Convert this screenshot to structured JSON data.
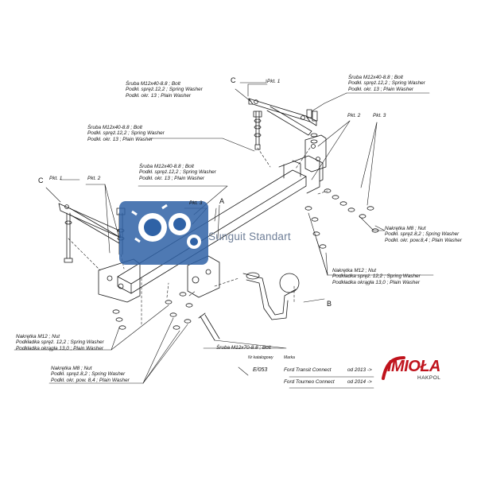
{
  "callouts": {
    "bolt_top_center": [
      "Śruba M12x40-8.8 ;  Bolt",
      "Podkł. spręż.12,2 ; Spring Washer",
      "Podkł. okr. 13 ; Plain Washer"
    ],
    "bolt_top_right": [
      "Śruba M12x40-8.8 ;  Bolt",
      "Podkł. spręż.12,2 ; Spring Washer",
      "Podkł. okr. 13 ; Plain Washer"
    ],
    "bolt_left": [
      "Śruba M12x40-8.8 ;  Bolt",
      "Podkł. spręż.12,2 ; Spring Washer",
      "Podkł. okr. 13 ; Plain Washer"
    ],
    "bolt_mid": [
      "Śruba M12x40-8.8 ;  Bolt",
      "Podkł. spręż.12,2 ; Spring Washer",
      "Podkł. okr. 13 ; Plain Washer"
    ],
    "nut_m8_right": [
      "Nakrętka  M8 ; Nut",
      "Podkł. spręż.8,2 ; Spring Washer",
      "Podkł. okr. pow.8,4 ; Plain Washer"
    ],
    "nut_m12_right": [
      "Nakrętka  M12 ; Nut",
      "Podkładka spręż. 12,2 ; Spring Washer",
      "Podkładka okrągła 13,0 ;  Plain Washer"
    ],
    "nut_m12_left": [
      "Nakrętka  M12 ; Nut",
      "Podkładka spręż. 12,2 ; Spring Washer",
      "Podkładka okrągła 13,0 ;  Plain Washer"
    ],
    "nut_m8_left": [
      "Nakrętka  M8 ; Nut",
      "Podkł. spręż.8,2 ; Spring Washer",
      "Podkł. okr. pow. 8,4 ; Plain Washer"
    ],
    "bolt_m12x70": "Śruba M12x70-8.8 ;  Bolt"
  },
  "pkt": {
    "p1_top": "Pkt. 1",
    "p1_left": "Pkt. 1",
    "p2_left": "Pkt. 2",
    "p3_left": "Pkt. 3",
    "p2_right": "Pkt. 2",
    "p3_right": "Pkt. 3"
  },
  "letters": {
    "c_top": "C",
    "c_left": "C",
    "a": "A",
    "b": "B"
  },
  "watermark": "Sunguit Standart",
  "catalog": {
    "nr_label": "Nr katalogowy",
    "marka_label": "Marka",
    "code": "E/053",
    "row1_model": "Ford Transit Connect",
    "row1_year": "od 2013 ->",
    "row2_model": "Ford Tourneo Connect",
    "row2_year": "od 2014 ->"
  },
  "logo": {
    "name": "IMIOŁA",
    "sub": "HAKPOL"
  },
  "colors": {
    "line": "#1a1a1a",
    "brand_red": "#c0131c",
    "watermark_blue": "#2f62a6"
  }
}
